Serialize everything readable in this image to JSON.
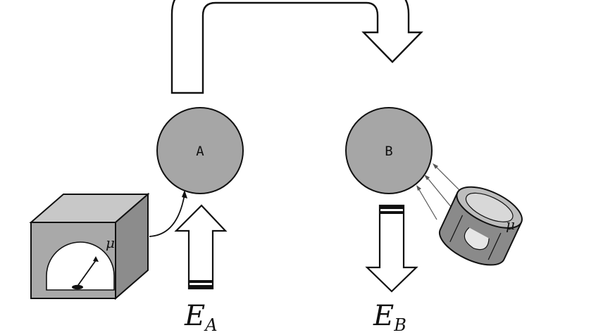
{
  "diagram": {
    "node_a": {
      "label": "A",
      "fill": "#a6a6a6"
    },
    "node_b": {
      "label": "B",
      "fill": "#a6a6a6"
    },
    "meter_symbol": "μ",
    "source_symbol": "μ",
    "energy_a": {
      "main": "E",
      "sub": "A"
    },
    "energy_b": {
      "main": "E",
      "sub": "B"
    },
    "colors": {
      "stroke": "#111111",
      "arrow_fill": "#ffffff",
      "box_front": "#a9a9a9",
      "box_top": "#c8c8c8",
      "box_side": "#8c8c8c",
      "cylinder_body": "#8a8a8a",
      "cylinder_face": "#d8d8d8"
    }
  }
}
